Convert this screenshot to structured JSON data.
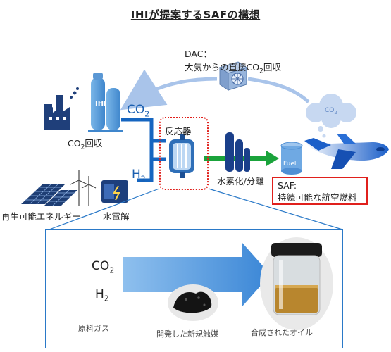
{
  "title": "IHIが提案するSAFの構想",
  "dac": {
    "line1": "DAC：",
    "line2_a": "大気からの直接CO",
    "line2_sub": "2",
    "line2_b": "回収"
  },
  "co2_capture": {
    "a": "CO",
    "sub": "2",
    "b": "回収"
  },
  "co2_flow": {
    "main": "CO",
    "sub": "2"
  },
  "h2_flow": {
    "main": "H",
    "sub": "2"
  },
  "plant_label": "IHI",
  "reactor_label": "反応器",
  "hydro_label": "水素化/分離",
  "fuel_label": "Fuel",
  "saf": {
    "line1": "SAF:",
    "line2": "持続可能な航空燃料"
  },
  "renewable_label": "再生可能エネルギー",
  "electrolysis_label": "水電解",
  "cloud_co2": {
    "main": "CO",
    "sub": "2"
  },
  "detail": {
    "co2": {
      "main": "CO",
      "sub": "2"
    },
    "h2": {
      "main": "H",
      "sub": "2"
    },
    "raw_gas": "原料ガス",
    "catalyst": "開発した新規触媒",
    "oil": "合成されたオイル"
  },
  "colors": {
    "pipe_blue": "#1565c0",
    "arrow_green": "#1aa33b",
    "red_border": "#e0201c",
    "factory_navy": "#1f3f7a",
    "light_blue_arrow": "#a9c4ea"
  }
}
